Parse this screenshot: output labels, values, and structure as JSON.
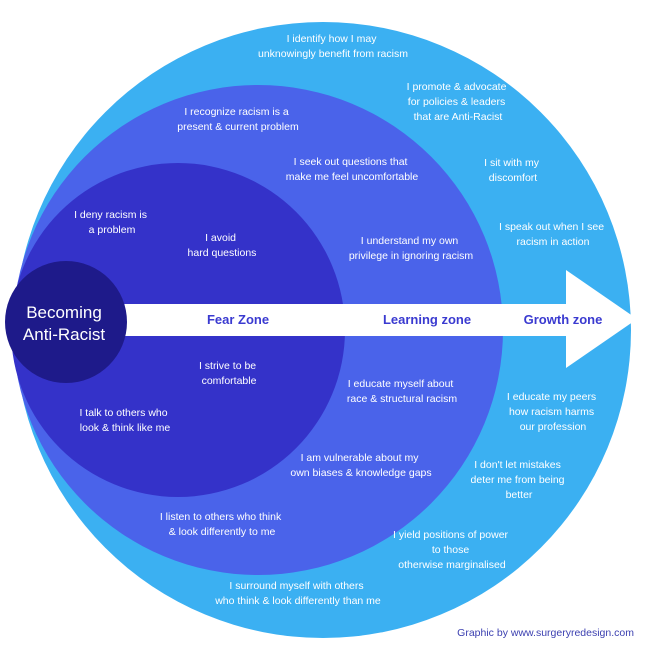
{
  "colors": {
    "growth": "#3bb0f2",
    "learning": "#4a63ea",
    "fear": "#3432c9",
    "center": "#1e1a8a",
    "arrow": "#ffffff",
    "zone_text": "#3a3ad0",
    "credit_text": "#3b3fb0"
  },
  "center": {
    "line1": "Becoming",
    "line2": "Anti-Racist"
  },
  "zones": {
    "fear": "Fear Zone",
    "learning": "Learning zone",
    "growth": "Growth zone"
  },
  "fear_items": [
    [
      "I deny racism is",
      "a problem"
    ],
    [
      "I avoid",
      "hard questions"
    ],
    [
      "I strive to be",
      "comfortable"
    ],
    [
      "I talk to others who",
      "look & think like me"
    ]
  ],
  "learning_items": [
    [
      "I recognize racism is a",
      "present & current problem"
    ],
    [
      "I seek out questions that",
      "make me feel uncomfortable"
    ],
    [
      "I understand my own",
      "privilege in ignoring racism"
    ],
    [
      "I educate myself about",
      "race & structural racism"
    ],
    [
      "I  am vulnerable about my",
      "own biases & knowledge gaps"
    ],
    [
      "I  listen to others who think",
      "& look differently to me"
    ]
  ],
  "growth_items": [
    [
      "I identify how I may",
      "unknowingly benefit from racism"
    ],
    [
      "I promote & advocate",
      "for policies & leaders",
      "that are Anti-Racist"
    ],
    [
      "I sit with my",
      "discomfort"
    ],
    [
      "I speak out when  I see",
      "racism in action"
    ],
    [
      "I educate my peers",
      "how racism harms",
      "our profession"
    ],
    [
      "I don't let mistakes",
      "deter me from being",
      "better"
    ],
    [
      "I yield positions of power",
      "to those",
      "otherwise marginalised"
    ],
    [
      "I surround myself with others",
      "who think & look differently than me"
    ]
  ],
  "credit": "Graphic by www.surgeryredesign.com"
}
